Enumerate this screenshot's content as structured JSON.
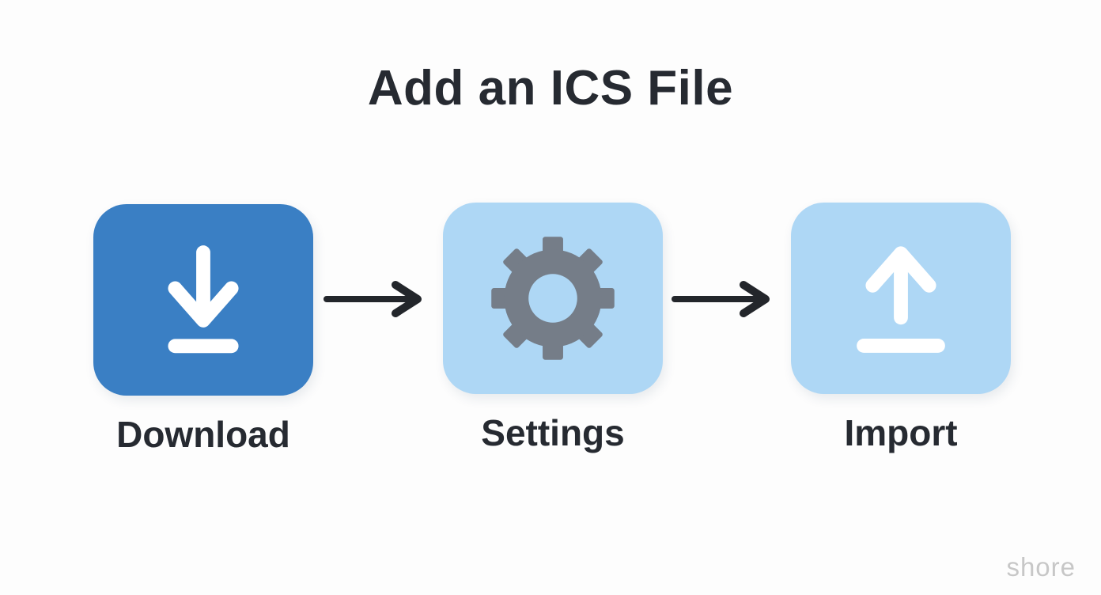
{
  "page": {
    "title": "Add an ICS File",
    "watermark": "shore",
    "background": "#fdfdfd"
  },
  "colors": {
    "title_text": "#262a31",
    "label_text": "#262a31",
    "arrow": "#23262b",
    "watermark_text": "#c7c7c7",
    "download_box": "#3a7fc4",
    "light_box": "#aed7f5",
    "gear_gray": "#757d88",
    "icon_white": "#ffffff"
  },
  "steps": [
    {
      "label": "Download",
      "icon": "download-icon",
      "box_color": "#3a7fc4",
      "icon_color": "#ffffff"
    },
    {
      "label": "Settings",
      "icon": "gear-icon",
      "box_color": "#aed7f5",
      "icon_color": "#757d88"
    },
    {
      "label": "Import",
      "icon": "upload-icon",
      "box_color": "#aed7f5",
      "icon_color": "#ffffff"
    }
  ]
}
